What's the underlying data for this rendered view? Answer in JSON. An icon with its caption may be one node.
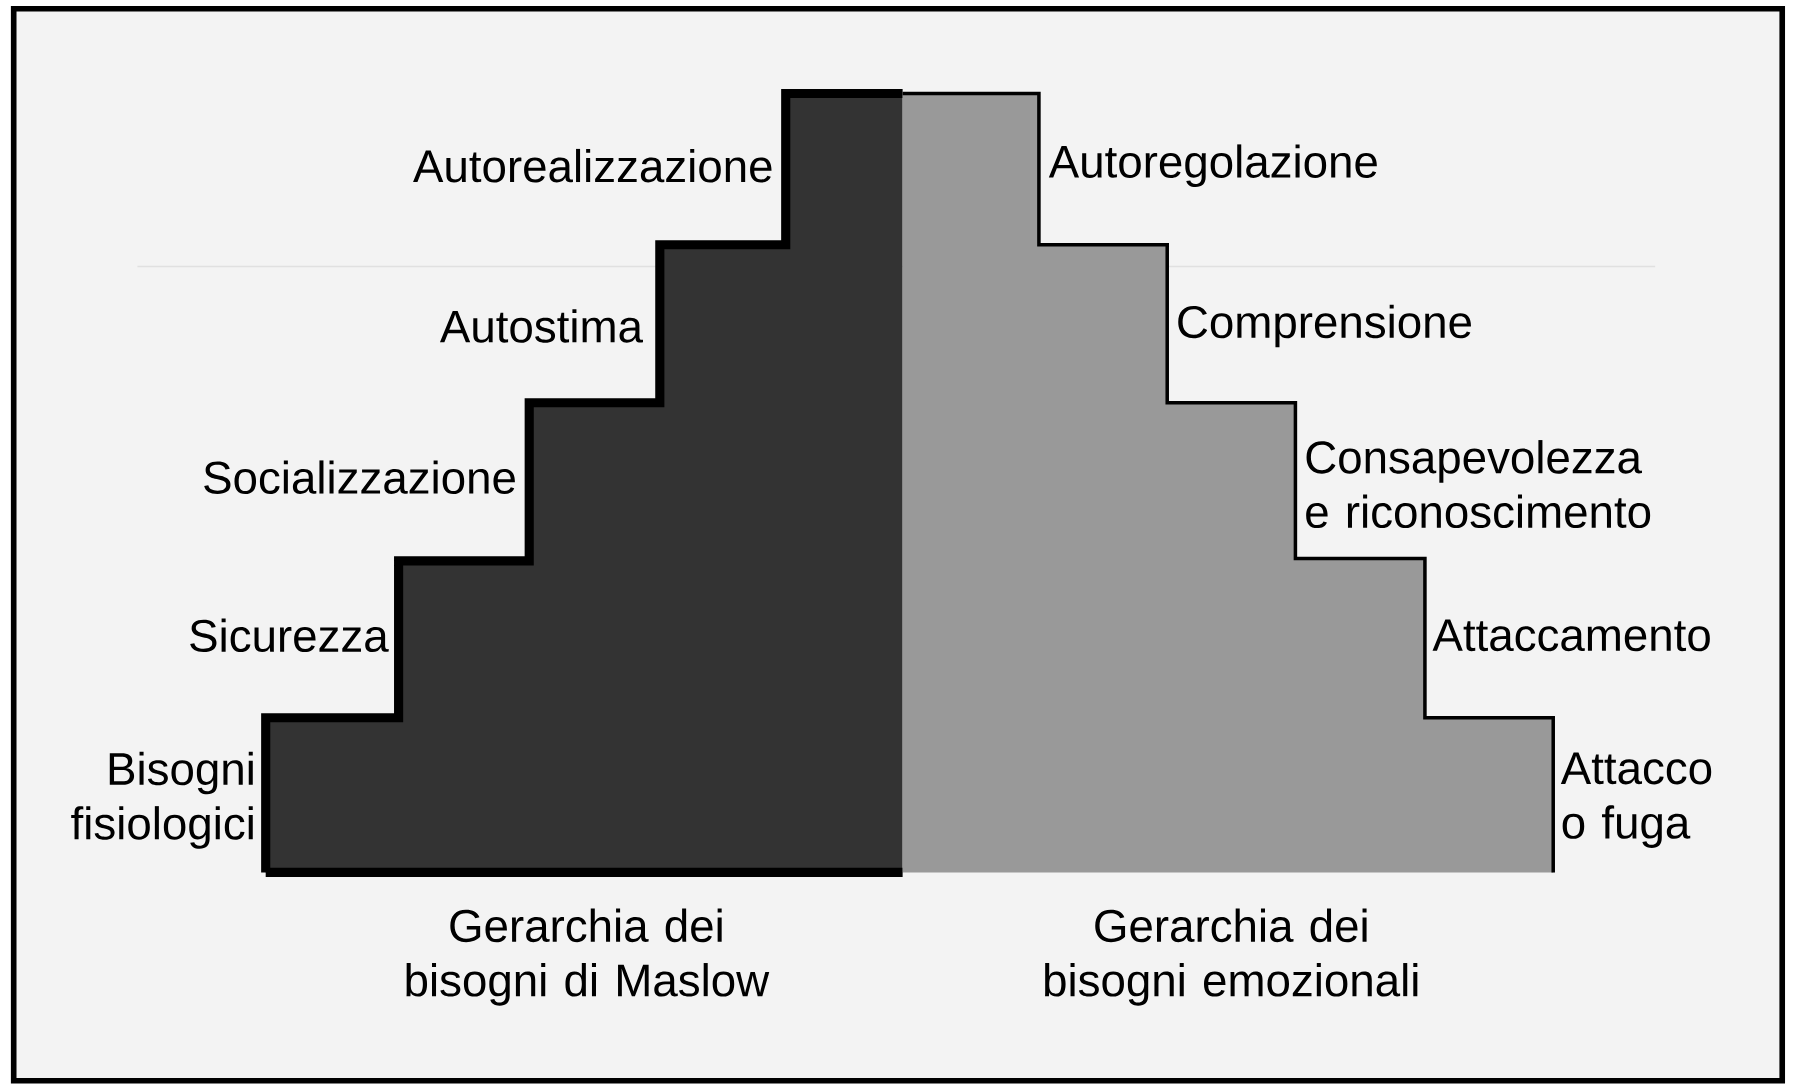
{
  "diagram": {
    "nodes": [
      {
        "text": [
          "Gerarchia dei bisogni di Maslow"
        ],
        "beside": [
          "Autorealizzazione",
          "Autostima",
          "Socializzazione",
          "Sicurezza",
          "Bisogni fisiologici"
        ]
      },
      {
        "text": [
          "Gerarchia dei bisogni emozionali"
        ],
        "beside": [
          "Autoregolazione",
          "Comprensione",
          "Consapevolezza e riconoscimento",
          "Attaccamento",
          "Attacco o fuga"
        ]
      }
    ]
  }
}
